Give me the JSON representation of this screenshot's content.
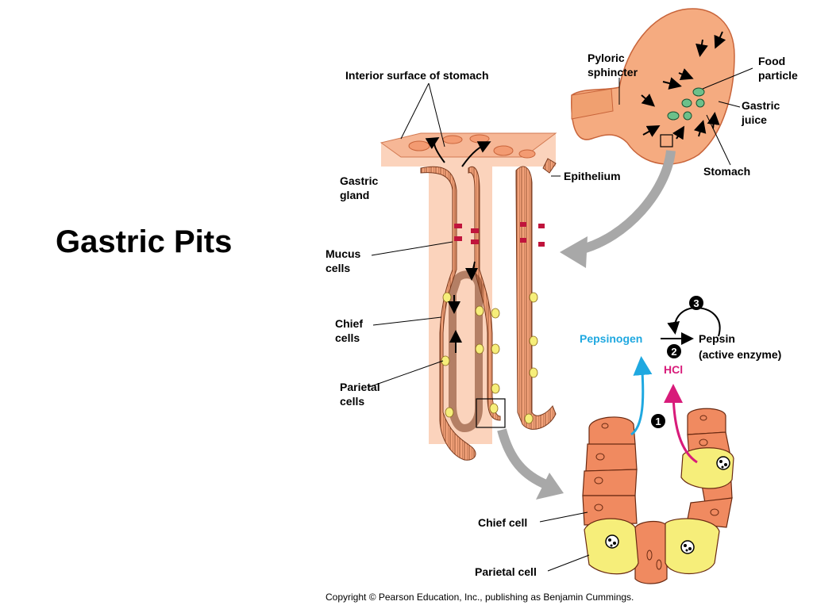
{
  "slide": {
    "title": "Gastric Pits",
    "copyright": "Copyright © Pearson Education, Inc., publishing as Benjamin Cummings."
  },
  "labels": {
    "interior_surface": "Interior surface of stomach",
    "gastric_gland_1": "Gastric",
    "gastric_gland_2": "gland",
    "epithelium": "Epithelium",
    "mucus_cells_1": "Mucus",
    "mucus_cells_2": "cells",
    "chief_cells_1": "Chief",
    "chief_cells_2": "cells",
    "parietal_cells_1": "Parietal",
    "parietal_cells_2": "cells",
    "pyloric_1": "Pyloric",
    "pyloric_2": "sphincter",
    "food_1": "Food",
    "food_2": "particle",
    "gastric_juice_1": "Gastric",
    "gastric_juice_2": "juice",
    "stomach": "Stomach",
    "pepsinogen": "Pepsinogen",
    "pepsin": "Pepsin",
    "active_enzyme": "(active enzyme)",
    "hcl": "HCl",
    "chief_cell": "Chief cell",
    "parietal_cell": "Parietal cell"
  },
  "steps": [
    "1",
    "2",
    "3"
  ],
  "colors": {
    "tissue": "#f3a27a",
    "tissue_dark": "#c8643a",
    "parietal": "#f6ee7a",
    "mucus": "#c0143c",
    "pepsinogen_arrow": "#1fa8e0",
    "hcl_arrow": "#d81b7a",
    "pointer_arrow": "#a8a8a8"
  }
}
